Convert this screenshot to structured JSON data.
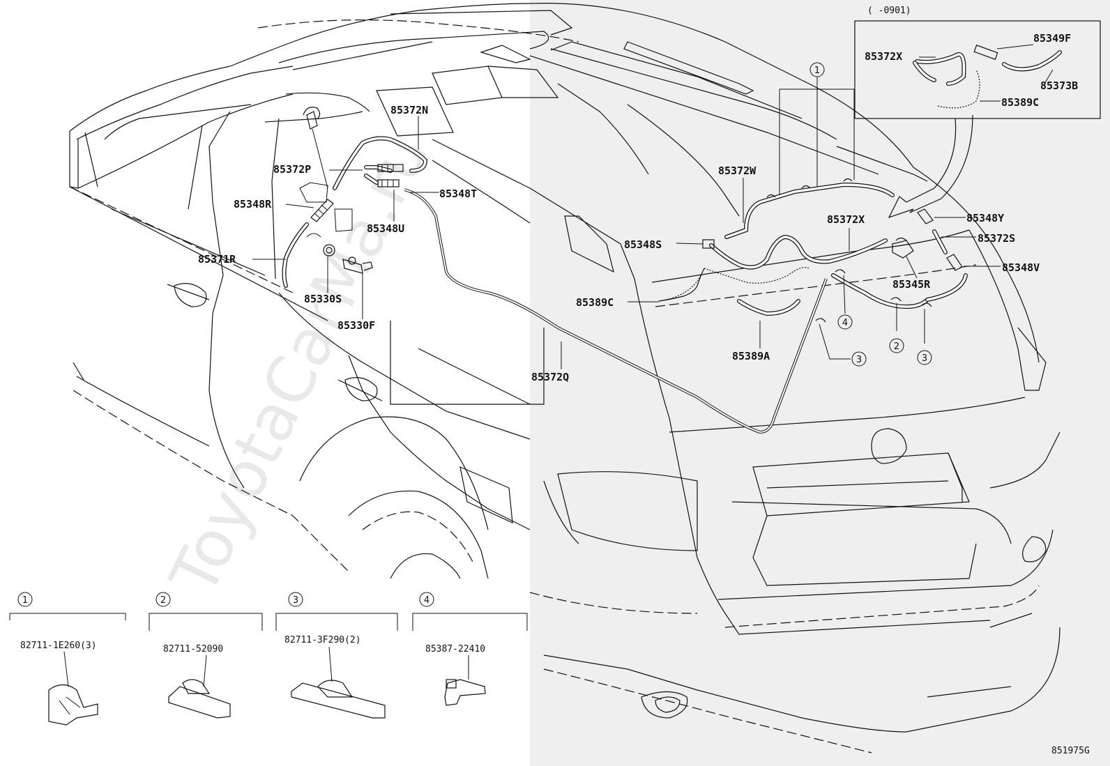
{
  "diagram": {
    "watermark": "ToyotaCarMa.ru",
    "figure_number": "851975G",
    "inset": {
      "date_range": "(    -0901)"
    },
    "callouts": [
      {
        "text": "85372N"
      },
      {
        "text": "85372P"
      },
      {
        "text": "85348T"
      },
      {
        "text": "85348R"
      },
      {
        "text": "85348U"
      },
      {
        "text": "85371R"
      },
      {
        "text": "85330S"
      },
      {
        "text": "85330F"
      },
      {
        "text": "85372Q"
      },
      {
        "text": "85372W"
      },
      {
        "text": "85348S"
      },
      {
        "text": "85389C"
      },
      {
        "text": "85389A"
      },
      {
        "text": "85372X"
      },
      {
        "text": "85348Y"
      },
      {
        "text": "85372S"
      },
      {
        "text": "85348V"
      },
      {
        "text": "85345R"
      },
      {
        "text": "85372X"
      },
      {
        "text": "85349F"
      },
      {
        "text": "85373B"
      },
      {
        "text": "85389C"
      }
    ],
    "clip_markers": [
      {
        "text": "1"
      },
      {
        "text": "4"
      },
      {
        "text": "3"
      },
      {
        "text": "2"
      },
      {
        "text": "3"
      }
    ],
    "legend": [
      {
        "number": "1",
        "part": "82711-1E260(3)"
      },
      {
        "number": "2",
        "part": "82711-52090"
      },
      {
        "number": "3",
        "part": "82711-3F290(2)"
      },
      {
        "number": "4",
        "part": "85387-22410"
      }
    ]
  }
}
